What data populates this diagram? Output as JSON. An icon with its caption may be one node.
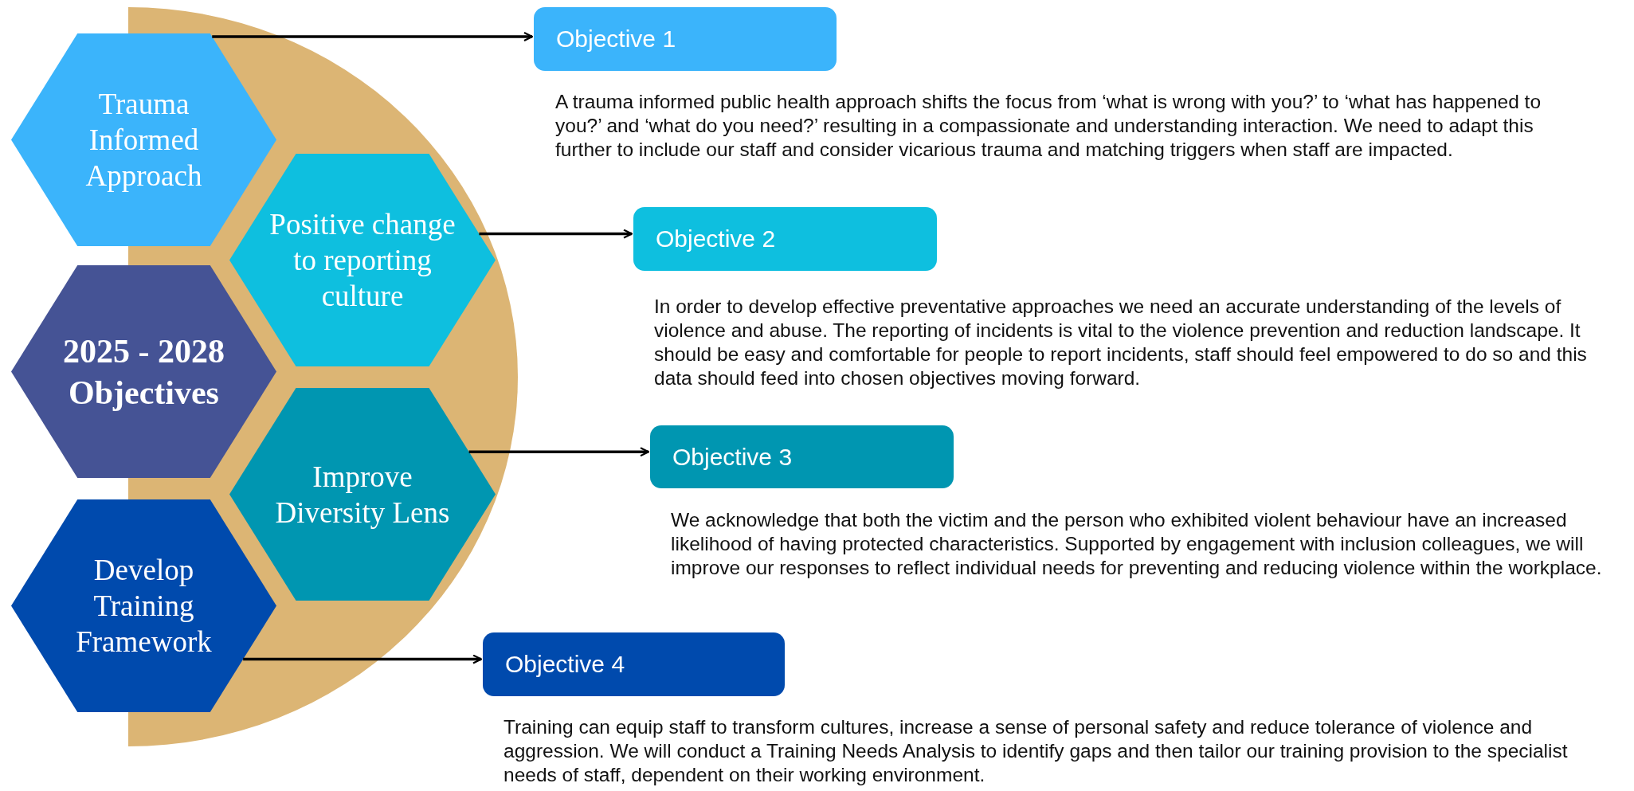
{
  "diagram": {
    "nodes": [
      {
        "text": [
          "Trauma Informed Approach"
        ]
      },
      {
        "text": [
          "Positive change to reporting culture"
        ]
      },
      {
        "text": [
          "2025 - 2028 Objectives"
        ]
      },
      {
        "text": [
          "Improve Diversity Lens"
        ]
      },
      {
        "text": [
          "Develop Training Framework"
        ]
      },
      {
        "text": [
          "Objective 1"
        ],
        "beside": [
          "A trauma informed public health approach shifts the focus from ‘what is wrong with you?’ to ‘what has happened to you?’ and ‘what do you need?’ resulting in a compassionate and understanding interaction. We need to adapt this further to include our staff and consider vicarious trauma and matching triggers when staff are impacted."
        ]
      },
      {
        "text": [
          "Objective 2"
        ],
        "beside": [
          "In order to develop effective preventative approaches we need an accurate understanding of the levels of violence and abuse. The reporting of incidents is vital to the violence prevention and reduction landscape. It should be easy and comfortable for people to report incidents, staff should feel empowered to do so and this data should feed into chosen objectives moving forward."
        ]
      },
      {
        "text": [
          "Objective 3"
        ],
        "beside": [
          "We acknowledge that both the victim and the person who exhibited violent behaviour have an increased likelihood of having protected characteristics. Supported by engagement with inclusion colleagues, we will improve our responses to reflect individual needs for preventing and reducing violence within the workplace."
        ]
      },
      {
        "text": [
          "Objective 4"
        ],
        "beside": [
          "Training can equip staff to transform cultures, increase a sense of personal safety and reduce tolerance of violence and aggression.  We will conduct a Training Needs Analysis to identify gaps and then tailor our training provision to the specialist needs of staff, dependent on their working environment."
        ]
      }
    ],
    "edges": [
      {
        "from": 0,
        "to": 5,
        "arrow": "to"
      },
      {
        "from": 1,
        "to": 6,
        "arrow": "to"
      },
      {
        "from": 3,
        "to": 7,
        "arrow": "to"
      },
      {
        "from": 4,
        "to": 8,
        "arrow": "to"
      }
    ]
  }
}
